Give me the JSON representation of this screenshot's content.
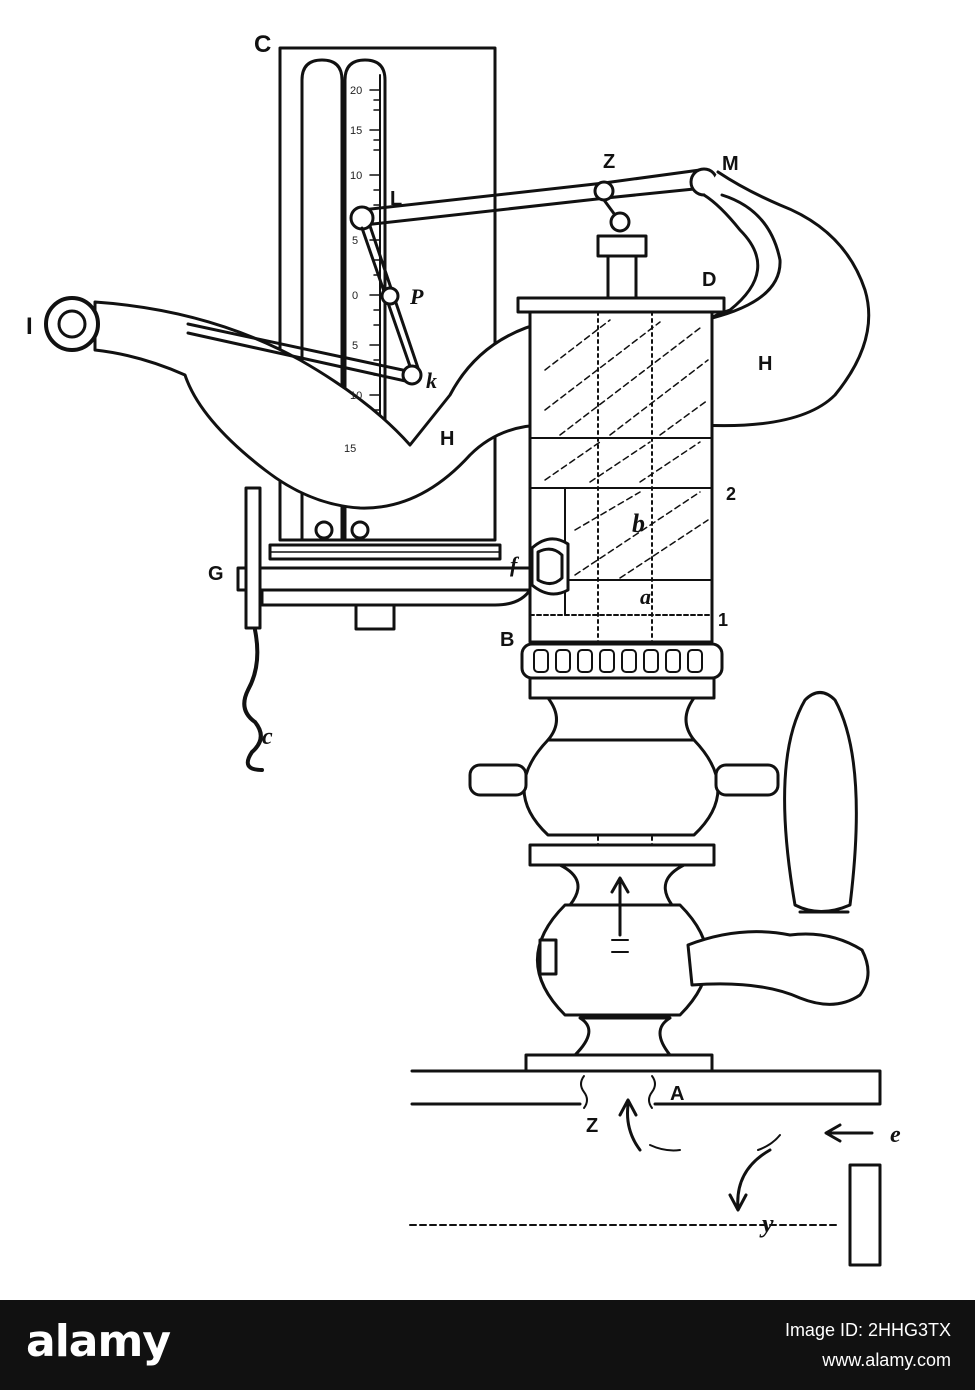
{
  "diagram": {
    "labels": {
      "C_top": "C",
      "Z_top": "Z",
      "M": "M",
      "L": "L",
      "D": "D",
      "I": "I",
      "H_left": "H",
      "H_right": "H",
      "P": "P",
      "k": "k",
      "two": "2",
      "one": "1",
      "b": "b",
      "a": "a",
      "f": "f",
      "G": "G",
      "B": "B",
      "c": "c",
      "A": "A",
      "Z_bottom": "Z",
      "e": "e",
      "y": "y"
    },
    "scale_ticks": [
      "20",
      "15",
      "10",
      "5",
      "0",
      "5",
      "10",
      "15"
    ]
  },
  "footer": {
    "brand": "alamy",
    "image_id": "Image ID: 2HHG3TX",
    "site": "www.alamy.com",
    "background": "#111111",
    "text_color": "#ffffff"
  }
}
